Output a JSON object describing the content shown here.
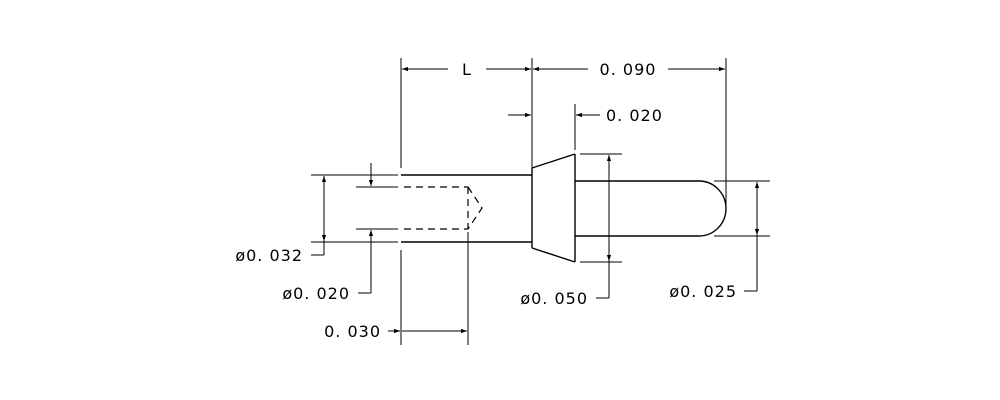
{
  "dimensions": {
    "length": "L",
    "overall_length": "0. 090",
    "head_thickness": "0. 020",
    "body_diameter": "ø0. 032",
    "bore_diameter": "ø0. 020",
    "bore_depth": "0. 030",
    "head_diameter": "ø0. 050",
    "tip_diameter": "ø0. 025"
  }
}
